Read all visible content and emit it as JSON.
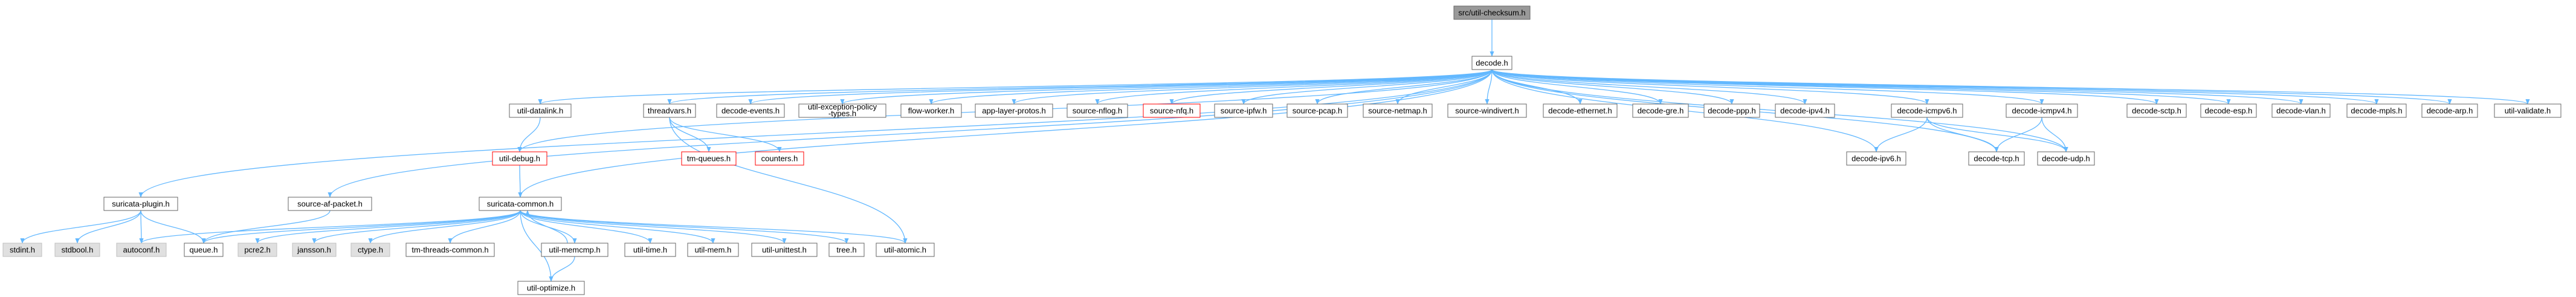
{
  "title": "src/util-checksum.h",
  "colors": {
    "edge": "#63b8ff",
    "border": "#666666",
    "root_fill": "#999999",
    "missing_border": "#ff0000",
    "system_fill": "#e0e0e0",
    "normal_fill": "#ffffff"
  },
  "nodes": {
    "root": "src/util-checksum.h",
    "decode": "decode.h",
    "util_datalink": "util-datalink.h",
    "threadvars": "threadvars.h",
    "decode_events": "decode-events.h",
    "util_exception_policy": "util-exception-policy\n-types.h",
    "flow_worker": "flow-worker.h",
    "app_layer_protos": "app-layer-protos.h",
    "source_nflog": "source-nflog.h",
    "source_nfq": "source-nfq.h",
    "source_ipfw": "source-ipfw.h",
    "source_pcap": "source-pcap.h",
    "source_netmap": "source-netmap.h",
    "source_windivert": "source-windivert.h",
    "decode_ethernet": "decode-ethernet.h",
    "decode_gre": "decode-gre.h",
    "decode_ppp": "decode-ppp.h",
    "decode_ipv4": "decode-ipv4.h",
    "decode_icmpv6": "decode-icmpv6.h",
    "decode_icmpv4": "decode-icmpv4.h",
    "decode_sctp": "decode-sctp.h",
    "decode_esp": "decode-esp.h",
    "decode_vlan": "decode-vlan.h",
    "decode_mpls": "decode-mpls.h",
    "decode_arp": "decode-arp.h",
    "util_validate": "util-validate.h",
    "util_debug": "util-debug.h",
    "tm_queues": "tm-queues.h",
    "counters": "counters.h",
    "decode_ipv6": "decode-ipv6.h",
    "decode_tcp": "decode-tcp.h",
    "decode_udp": "decode-udp.h",
    "suricata_plugin": "suricata-plugin.h",
    "source_af_packet": "source-af-packet.h",
    "suricata_common": "suricata-common.h",
    "stdint": "stdint.h",
    "stdbool": "stdbool.h",
    "autoconf": "autoconf.h",
    "queue": "queue.h",
    "pcre2": "pcre2.h",
    "jansson": "jansson.h",
    "ctype": "ctype.h",
    "tm_threads_common": "tm-threads-common.h",
    "util_memcmp": "util-memcmp.h",
    "util_time": "util-time.h",
    "util_mem": "util-mem.h",
    "util_unittest": "util-unittest.h",
    "tree": "tree.h",
    "util_atomic": "util-atomic.h",
    "util_optimize": "util-optimize.h"
  }
}
